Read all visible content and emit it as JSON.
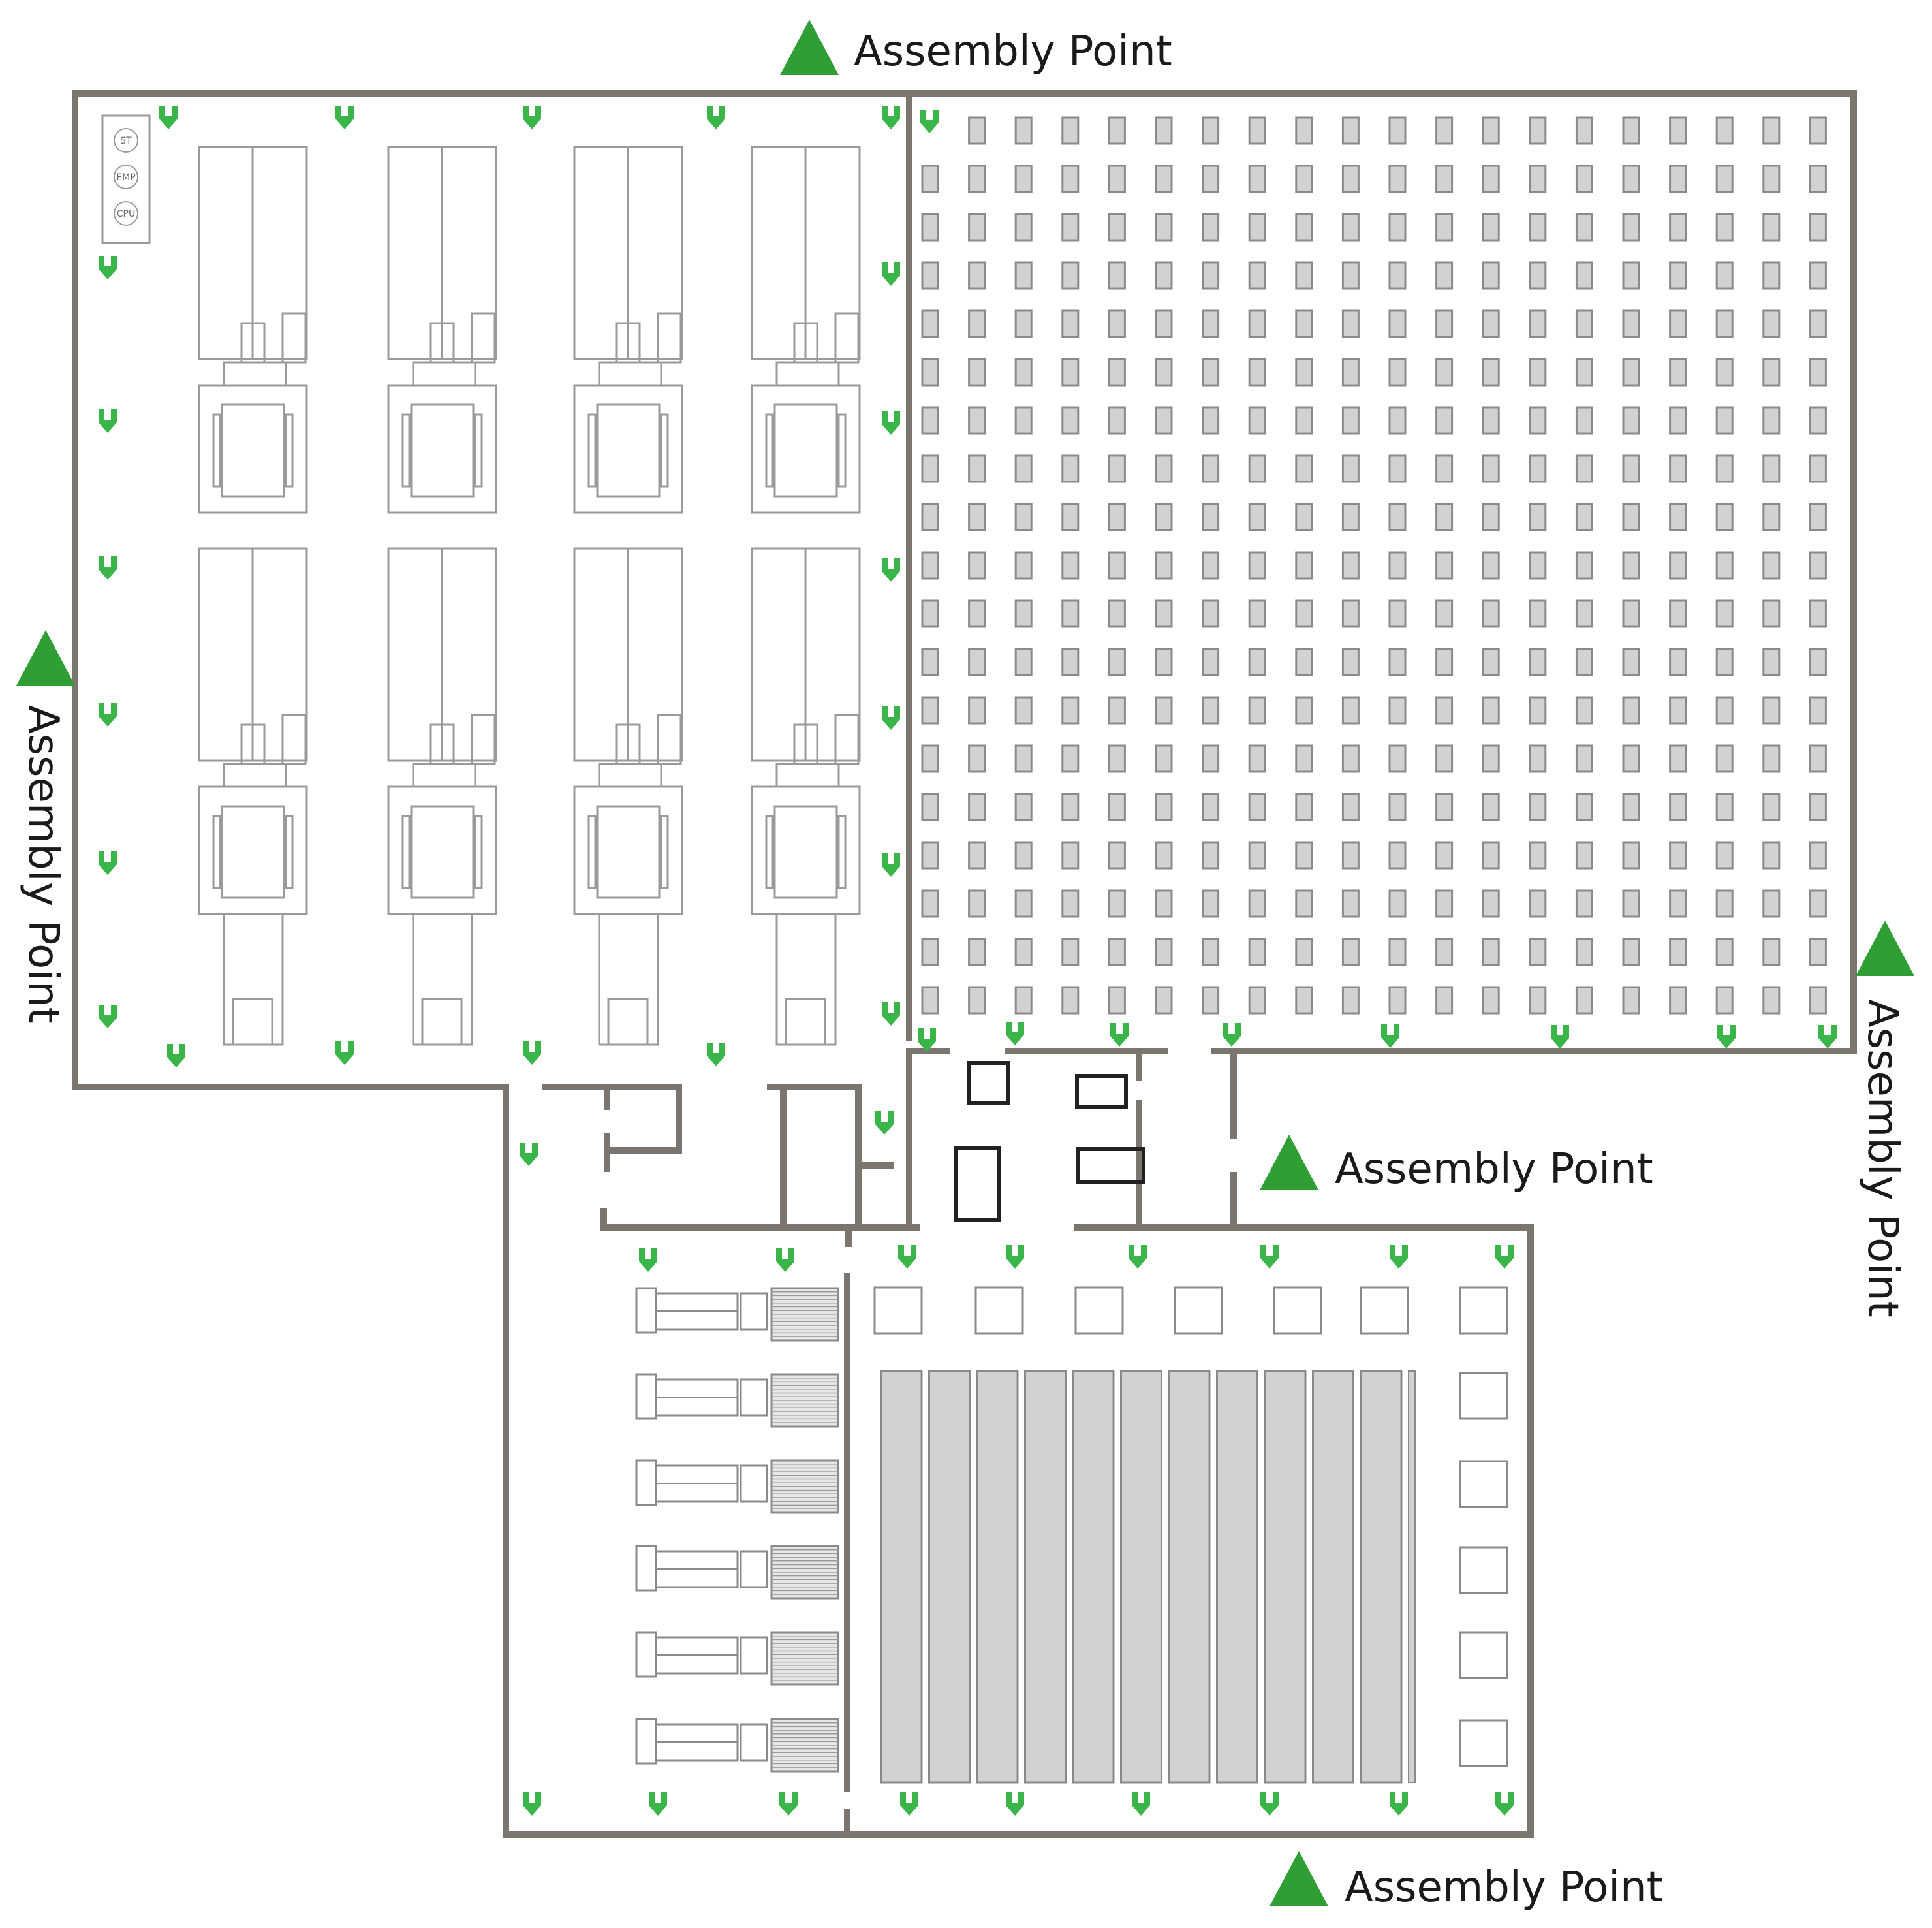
{
  "assembly_points": [
    {
      "id": "top",
      "label": "Assembly Point"
    },
    {
      "id": "left",
      "label": "Assembly Point"
    },
    {
      "id": "right",
      "label": "Assembly Point"
    },
    {
      "id": "middle",
      "label": "Assembly Point"
    },
    {
      "id": "bottom",
      "label": "Assembly Point"
    }
  ],
  "panel_labels": [
    "ST",
    "EMP",
    "CPU"
  ],
  "colors": {
    "wall": "#7a756f",
    "equipment_stroke": "#9a9a9a",
    "rack_fill": "#d2d2d2",
    "arrow": "#39b54a",
    "triangle": "#2e9e35"
  }
}
